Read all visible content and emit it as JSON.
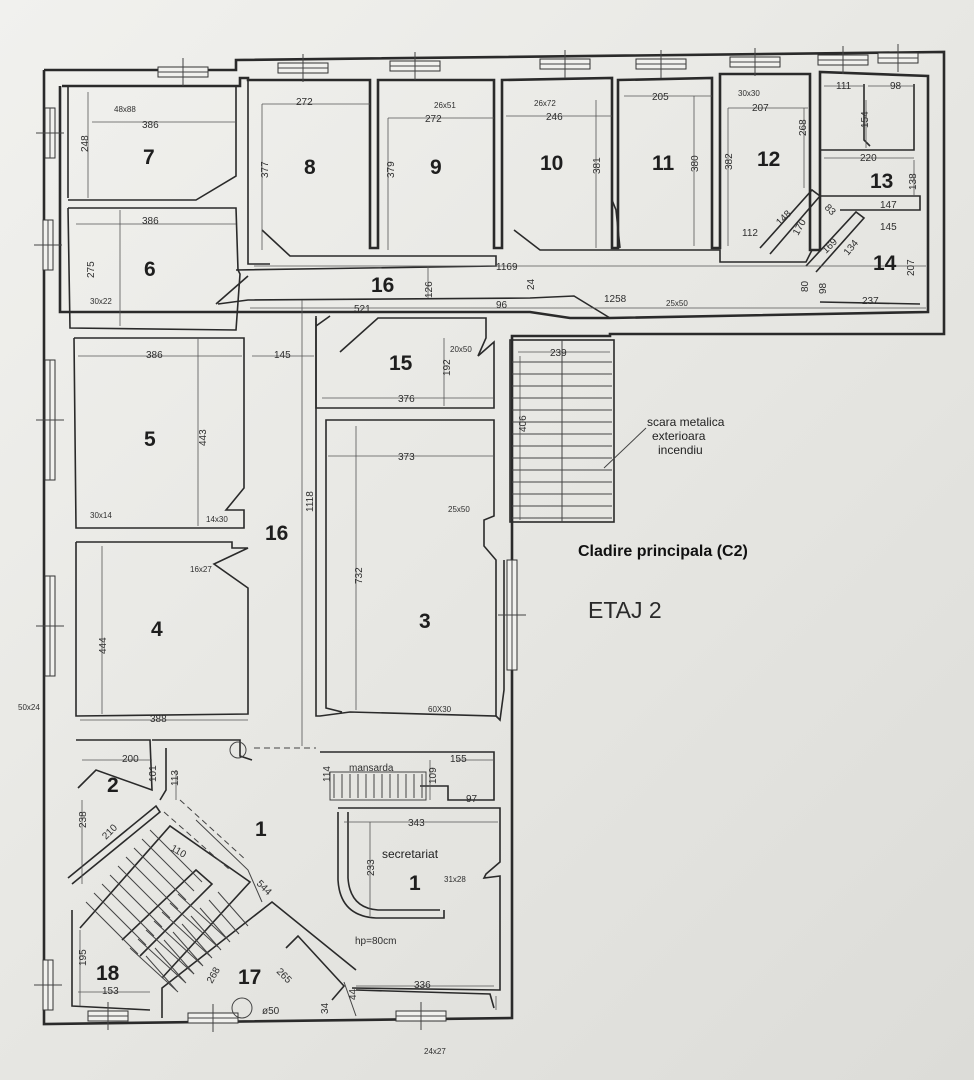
{
  "plan": {
    "building_title": "Cladire principala (C2)",
    "floor_label": "ETAJ 2",
    "stair_note": [
      "scara metalica",
      "exterioara",
      "incendiu"
    ],
    "secretariat_label": "secretariat",
    "mansarda_label": "mansarda",
    "stair_step_label": "hp=80cm"
  },
  "rooms": [
    {
      "id": "7",
      "label": "7"
    },
    {
      "id": "8",
      "label": "8"
    },
    {
      "id": "9",
      "label": "9"
    },
    {
      "id": "10",
      "label": "10"
    },
    {
      "id": "11",
      "label": "11"
    },
    {
      "id": "12",
      "label": "12"
    },
    {
      "id": "13",
      "label": "13"
    },
    {
      "id": "14",
      "label": "14"
    },
    {
      "id": "6",
      "label": "6"
    },
    {
      "id": "16",
      "label": "16"
    },
    {
      "id": "16b",
      "label": "16"
    },
    {
      "id": "15",
      "label": "15"
    },
    {
      "id": "5",
      "label": "5"
    },
    {
      "id": "3",
      "label": "3"
    },
    {
      "id": "4",
      "label": "4"
    },
    {
      "id": "2",
      "label": "2"
    },
    {
      "id": "1",
      "label": "1"
    },
    {
      "id": "1b",
      "label": "1"
    },
    {
      "id": "18",
      "label": "18"
    },
    {
      "id": "17",
      "label": "17"
    }
  ],
  "dimensions": [
    "48x88",
    "386",
    "248",
    "272",
    "377",
    "26x51",
    "272",
    "379",
    "26x72",
    "246",
    "381",
    "205",
    "380",
    "30x30",
    "207",
    "382",
    "268",
    "111",
    "98",
    "154",
    "220",
    "138",
    "148",
    "170",
    "83",
    "147",
    "145",
    "112",
    "169",
    "134",
    "207",
    "386",
    "275",
    "30x22",
    "1169",
    "126",
    "24",
    "521",
    "96",
    "1258",
    "25x50",
    "237",
    "80",
    "98",
    "386",
    "145",
    "20x50",
    "192",
    "376",
    "239",
    "443",
    "406",
    "373",
    "30x14",
    "14x30",
    "1118",
    "25x50",
    "16x27",
    "444",
    "732",
    "60X30",
    "388",
    "50x24",
    "200",
    "101",
    "113",
    "114",
    "155",
    "109",
    "97",
    "238",
    "210",
    "343",
    "233",
    "31x28",
    "110",
    "544",
    "195",
    "265",
    "44",
    "336",
    "153",
    "268",
    "34",
    "ø50",
    "24x27"
  ]
}
